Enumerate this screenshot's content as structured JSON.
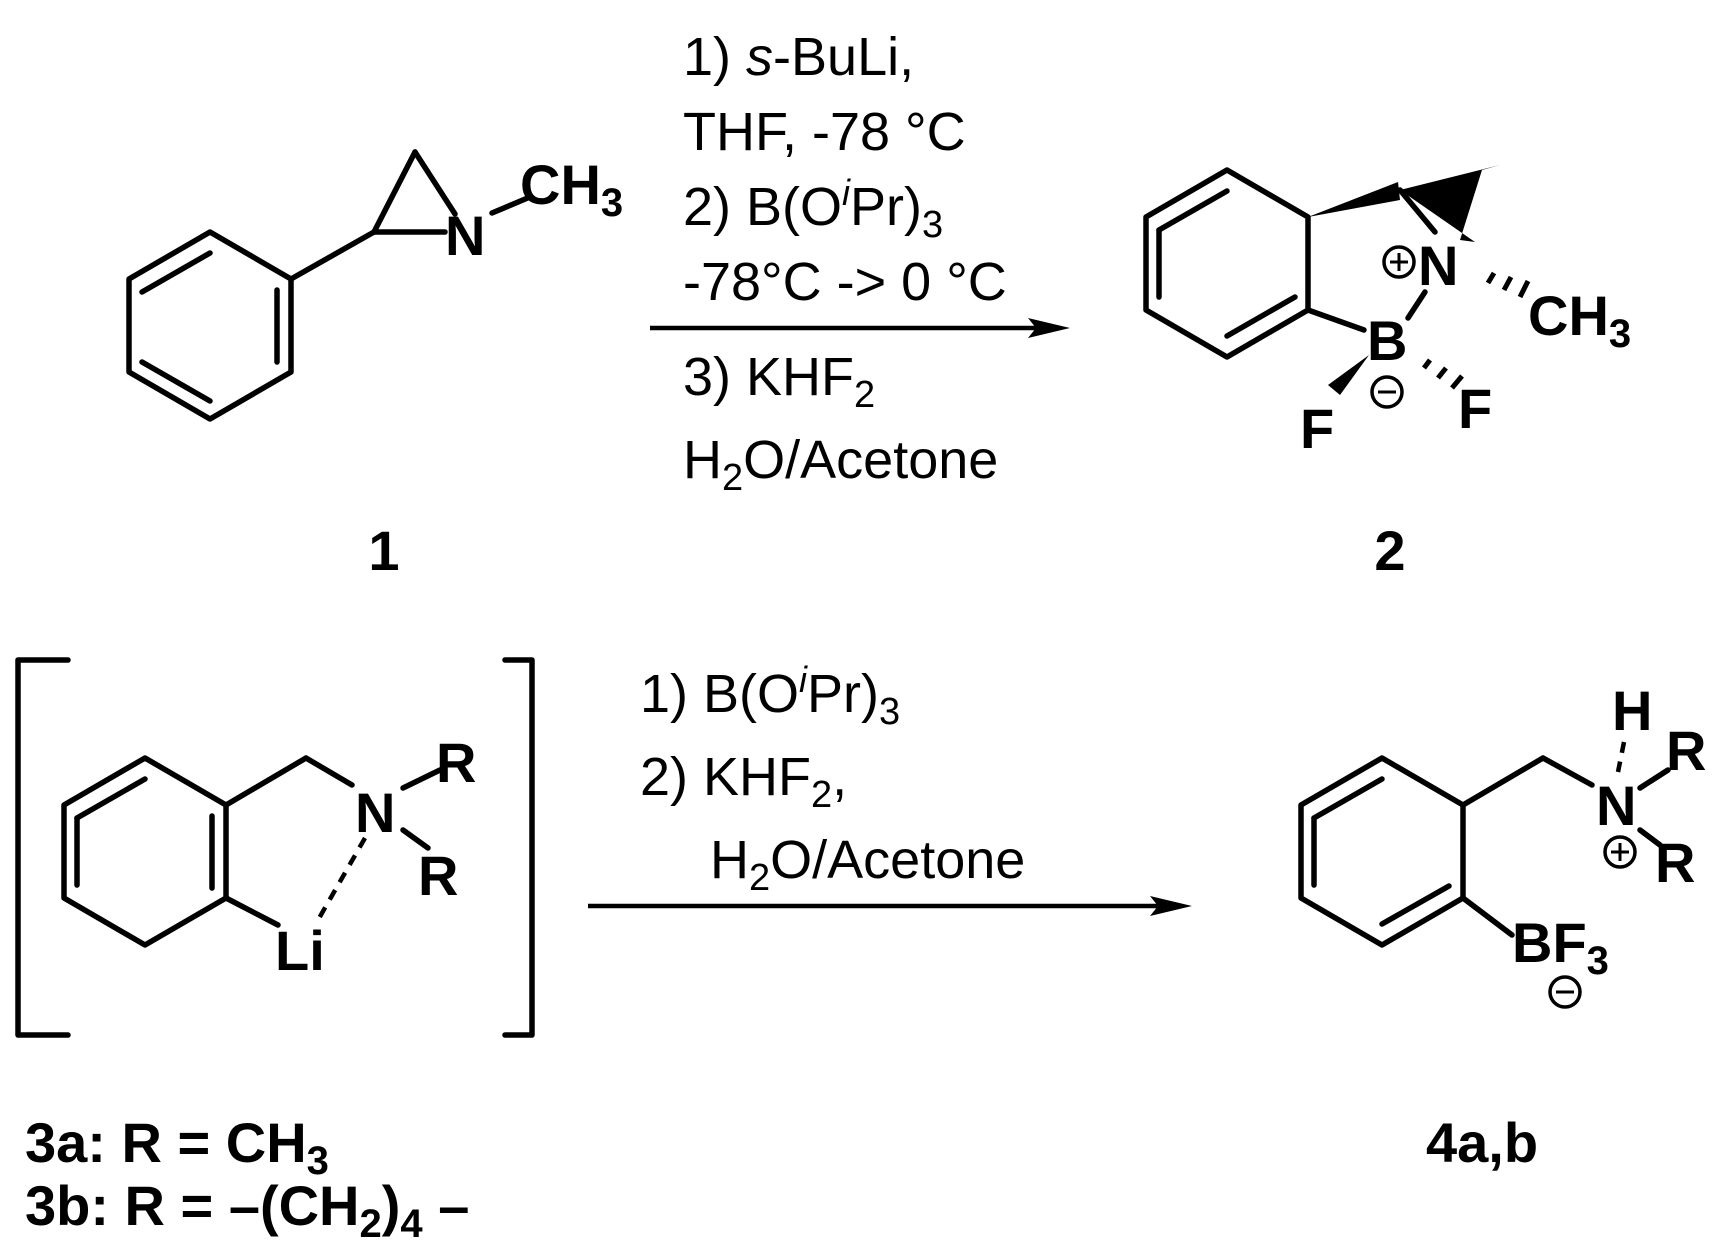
{
  "reaction1": {
    "reactant": {
      "label": "1",
      "atom_n": "N",
      "group_ch3": "CH",
      "group_ch3_sub": "3"
    },
    "conditions": {
      "line1_prefix": "1) ",
      "line1_italic": "s",
      "line1_rest": "-BuLi,",
      "line2": "THF, -78 °C",
      "line3_prefix": "2) B(O",
      "line3_sup": "i",
      "line3_rest": "Pr)",
      "line3_sub": "3",
      "line4": "-78°C -> 0 °C",
      "line5": "3) KHF",
      "line5_sub": "2",
      "line6_pre": "H",
      "line6_sub": "2",
      "line6_rest": "O/Acetone"
    },
    "product": {
      "label": "2",
      "atom_n": "N",
      "atom_b": "B",
      "fluorine_left": "F",
      "fluorine_right": "F",
      "group_ch3": "CH",
      "group_ch3_sub": "3"
    }
  },
  "reaction2": {
    "intermediate": {
      "atom_n": "N",
      "r_top": "R",
      "r_bottom": "R",
      "lithium": "Li",
      "legend_3a_bold": "3a:",
      "legend_3a_text": " R = CH",
      "legend_3a_sub": "3",
      "legend_3b_bold": "3b:",
      "legend_3b_text": " R = –(CH",
      "legend_3b_sub1": "2",
      "legend_3b_mid": ")",
      "legend_3b_sub2": "4",
      "legend_3b_end": " –"
    },
    "conditions": {
      "line1_prefix": "1) B(O",
      "line1_sup": "i",
      "line1_rest": "Pr)",
      "line1_sub": "3",
      "line2": "2) KHF",
      "line2_sub": "2",
      "line2_end": ",",
      "line3_pre": "H",
      "line3_sub": "2",
      "line3_rest": "O/Acetone"
    },
    "product": {
      "label": "4a,b",
      "atom_h": "H",
      "atom_n": "N",
      "r_top": "R",
      "r_bottom": "R",
      "group_bf3": "BF",
      "group_bf3_sub": "3"
    }
  }
}
